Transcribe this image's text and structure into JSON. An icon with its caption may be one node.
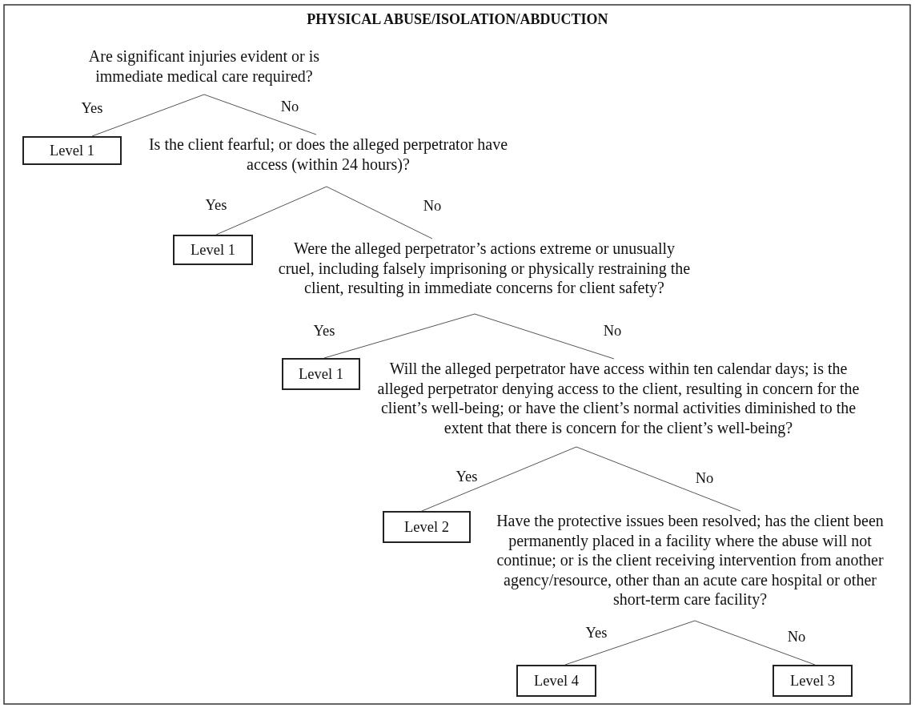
{
  "diagram": {
    "title": "PHYSICAL ABUSE/ISOLATION/ABDUCTION",
    "nodes": [
      {
        "text": [
          "Are significant injuries evident or is immediate medical care required?"
        ]
      },
      {
        "text": [
          "Level 1"
        ]
      },
      {
        "text": [
          "Is the client fearful; or does the alleged perpetrator have access (within 24 hours)?"
        ]
      },
      {
        "text": [
          "Level 1"
        ]
      },
      {
        "text": [
          "Were the alleged perpetrator’s actions extreme or unusually cruel, including falsely imprisoning or physically restraining the client, resulting in immediate concerns for client safety?"
        ]
      },
      {
        "text": [
          "Level 1"
        ]
      },
      {
        "text": [
          "Will the alleged perpetrator have access within ten calendar days; is the alleged perpetrator denying access to the client, resulting in concern for the client’s well-being; or have the client’s normal activities diminished to the extent that there is concern for the client’s well-being?"
        ]
      },
      {
        "text": [
          "Level 2"
        ]
      },
      {
        "text": [
          "Have the protective issues been resolved; has the client been permanently placed in a facility where the abuse will not continue; or is the client receiving intervention from another agency/resource, other than an acute care hospital or other short-term care facility?"
        ]
      },
      {
        "text": [
          "Level 4"
        ]
      },
      {
        "text": [
          "Level 3"
        ]
      }
    ],
    "edges": [
      {
        "from": 0,
        "to": 1,
        "arrow": "none",
        "label": "Yes"
      },
      {
        "from": 0,
        "to": 2,
        "arrow": "none",
        "label": "No"
      },
      {
        "from": 2,
        "to": 3,
        "arrow": "none",
        "label": "Yes"
      },
      {
        "from": 2,
        "to": 4,
        "arrow": "none",
        "label": "No"
      },
      {
        "from": 4,
        "to": 5,
        "arrow": "none",
        "label": "Yes"
      },
      {
        "from": 4,
        "to": 6,
        "arrow": "none",
        "label": "No"
      },
      {
        "from": 6,
        "to": 7,
        "arrow": "none",
        "label": "Yes"
      },
      {
        "from": 6,
        "to": 8,
        "arrow": "none",
        "label": "No"
      },
      {
        "from": 8,
        "to": 9,
        "arrow": "none",
        "label": "Yes"
      },
      {
        "from": 8,
        "to": 10,
        "arrow": "none",
        "label": "No"
      }
    ]
  }
}
